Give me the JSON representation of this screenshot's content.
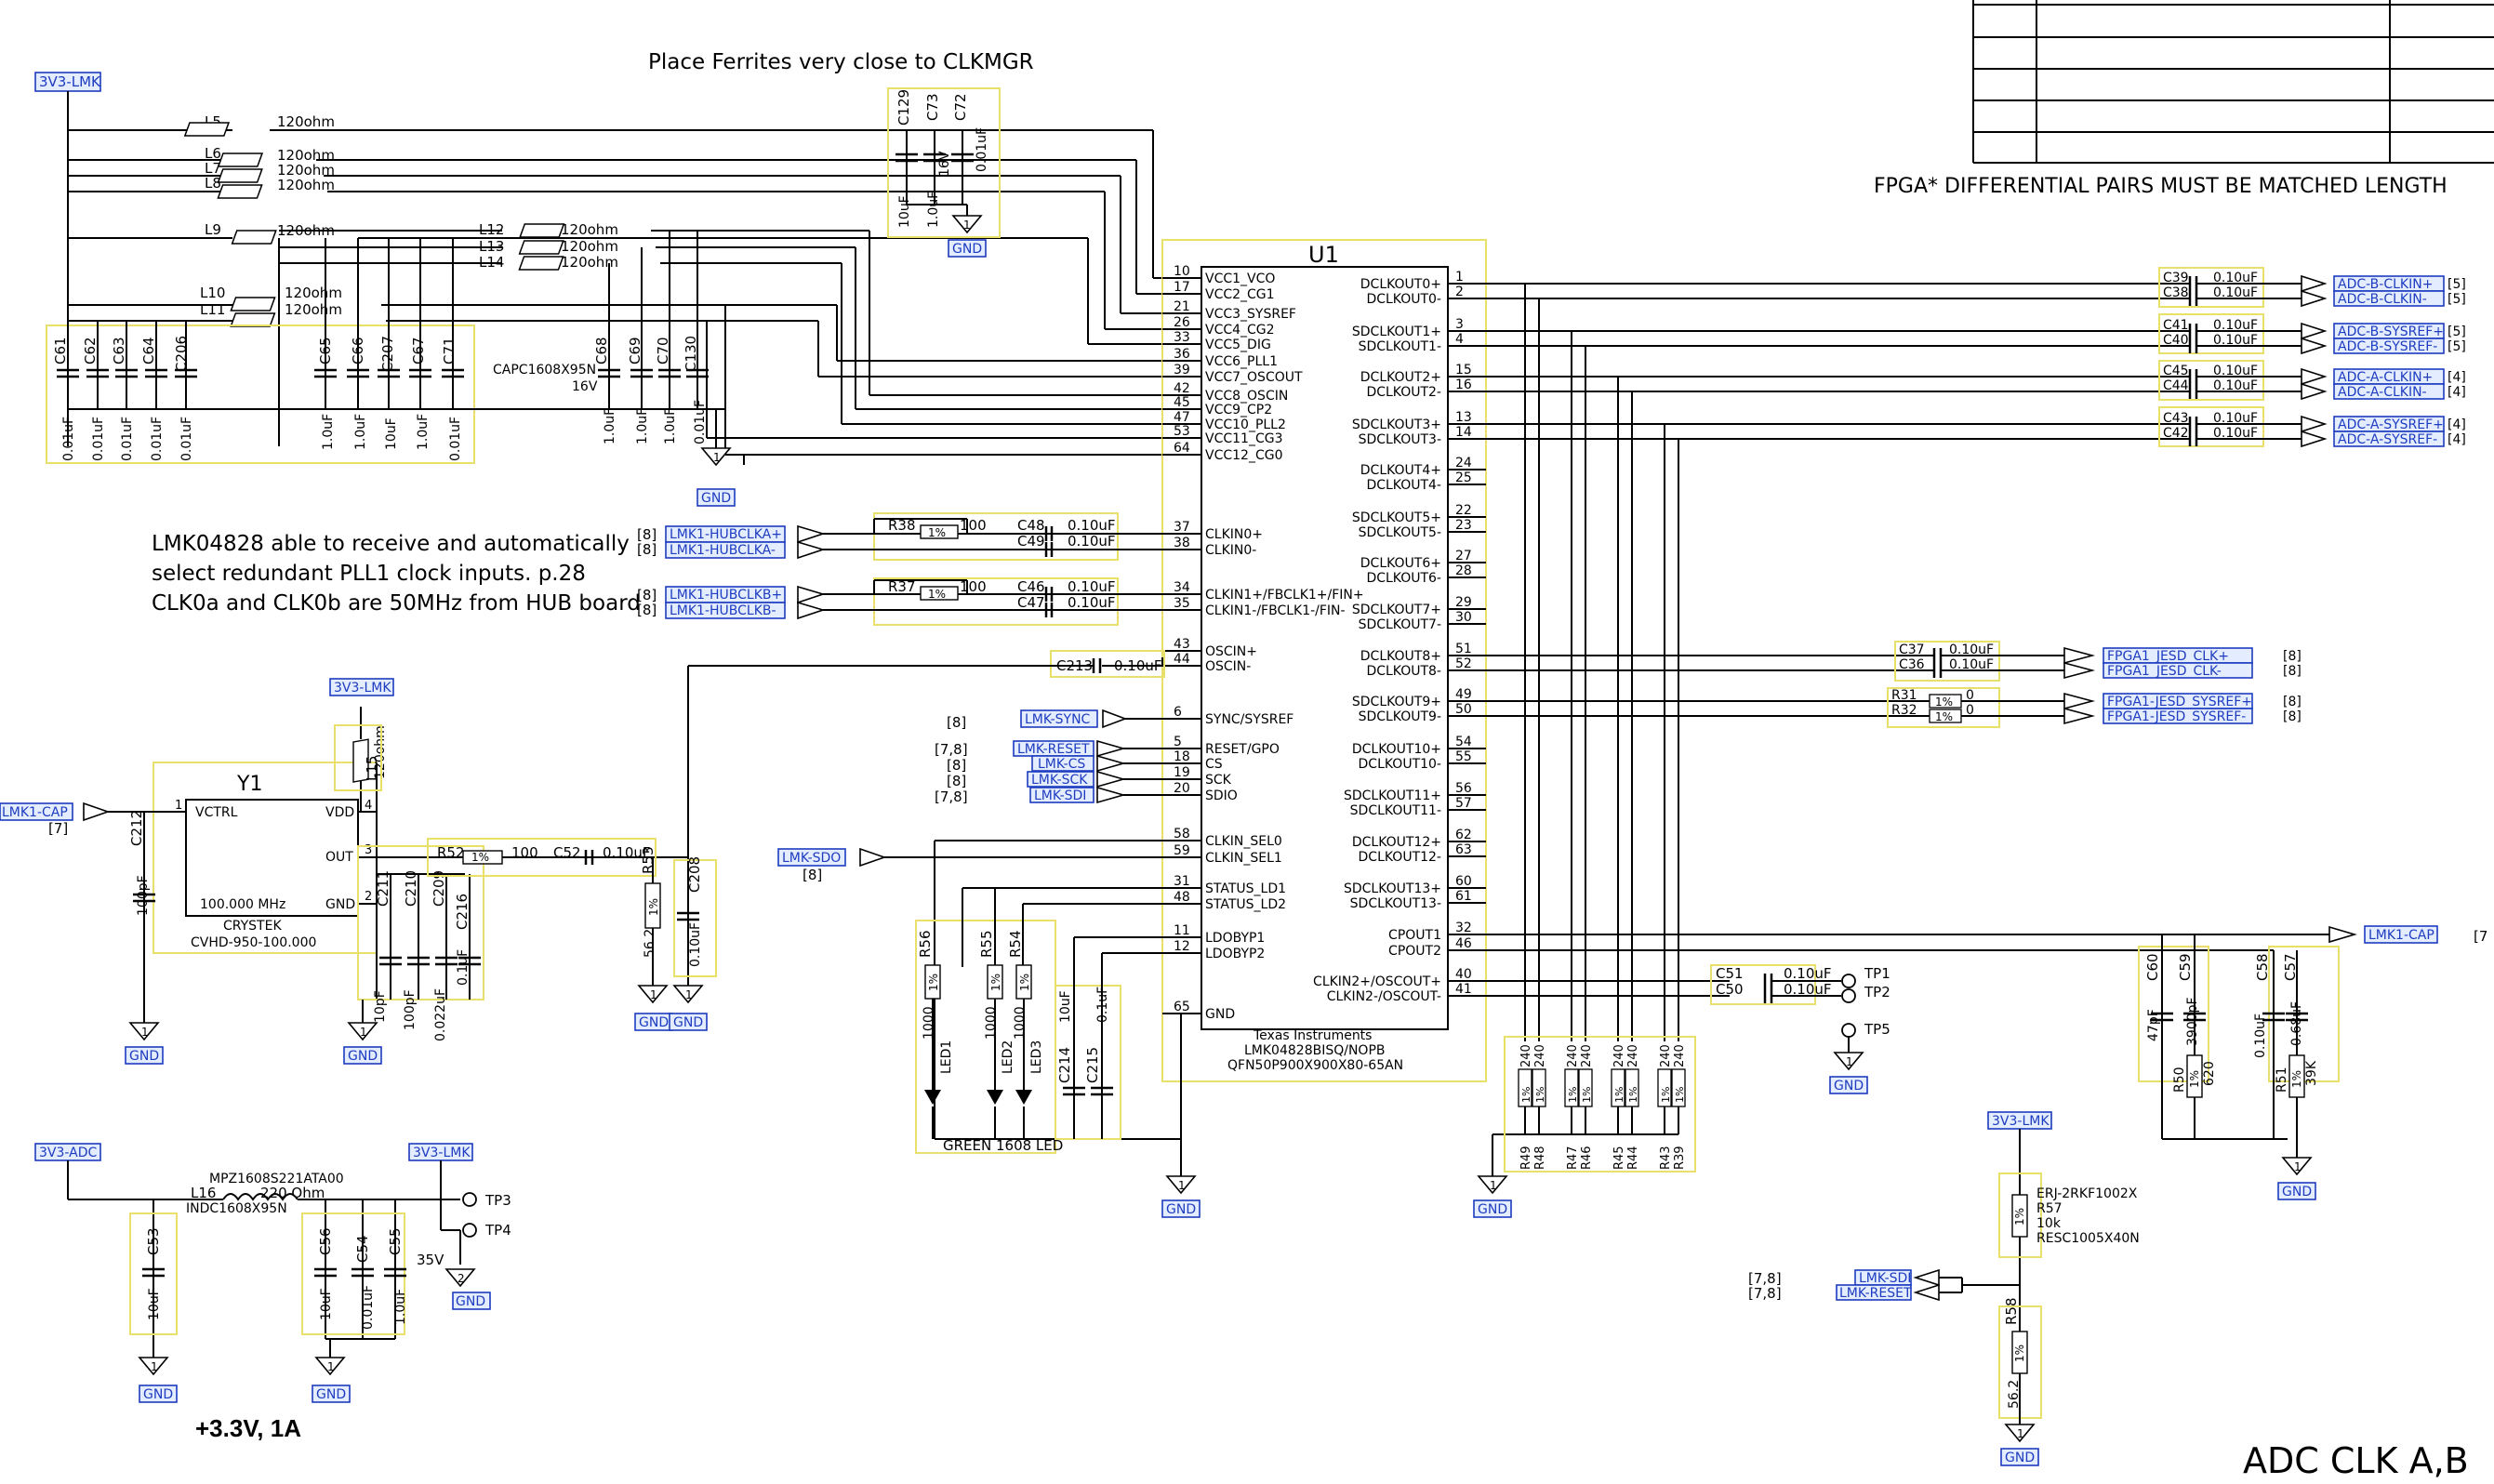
{
  "notes": {
    "ferrites": "Place Ferrites very close to CLKMGR",
    "fpga_pairs": "FPGA* DIFFERENTIAL PAIRS MUST BE MATCHED LENGTH",
    "lmk_line1": "LMK04828 able to receive and automatically",
    "lmk_line2": "select redundant PLL1 clock inputs.    p.28",
    "lmk_line3": "CLK0a and CLK0b are 50MHz from HUB board",
    "power": "+3.3V, 1A",
    "sheet_title": "ADC CLK A,B"
  },
  "u1": {
    "ref": "U1",
    "maker": "Texas Instruments",
    "part": "LMK04828BISQ/NOPB",
    "package": "QFN50P900X900X80-65AN",
    "left_pins": [
      {
        "num": "10",
        "name": "VCC1_VCO"
      },
      {
        "num": "17",
        "name": "VCC2_CG1"
      },
      {
        "num": "21",
        "name": "VCC3_SYSREF"
      },
      {
        "num": "26",
        "name": "VCC4_CG2"
      },
      {
        "num": "33",
        "name": "VCC5_DIG"
      },
      {
        "num": "36",
        "name": "VCC6_PLL1"
      },
      {
        "num": "39",
        "name": "VCC7_OSCOUT"
      },
      {
        "num": "42",
        "name": "VCC8_OSCIN"
      },
      {
        "num": "45",
        "name": "VCC9_CP2"
      },
      {
        "num": "47",
        "name": "VCC10_PLL2"
      },
      {
        "num": "53",
        "name": "VCC11_CG3"
      },
      {
        "num": "64",
        "name": "VCC12_CG0"
      },
      {
        "num": "37",
        "name": "CLKIN0+"
      },
      {
        "num": "38",
        "name": "CLKIN0-"
      },
      {
        "num": "34",
        "name": "CLKIN1+/FBCLK1+/FIN+"
      },
      {
        "num": "35",
        "name": "CLKIN1-/FBCLK1-/FIN-"
      },
      {
        "num": "43",
        "name": "OSCIN+"
      },
      {
        "num": "44",
        "name": "OSCIN-"
      },
      {
        "num": "6",
        "name": "SYNC/SYSREF"
      },
      {
        "num": "5",
        "name": "RESET/GPO"
      },
      {
        "num": "18",
        "name": "CS"
      },
      {
        "num": "19",
        "name": "SCK"
      },
      {
        "num": "20",
        "name": "SDIO"
      },
      {
        "num": "58",
        "name": "CLKIN_SEL0"
      },
      {
        "num": "59",
        "name": "CLKIN_SEL1"
      },
      {
        "num": "31",
        "name": "STATUS_LD1"
      },
      {
        "num": "48",
        "name": "STATUS_LD2"
      },
      {
        "num": "11",
        "name": "LDOBYP1"
      },
      {
        "num": "12",
        "name": "LDOBYP2"
      },
      {
        "num": "65",
        "name": "GND"
      }
    ],
    "right_pins": [
      {
        "num": "1",
        "name": "DCLKOUT0+"
      },
      {
        "num": "2",
        "name": "DCLKOUT0-"
      },
      {
        "num": "3",
        "name": "SDCLKOUT1+"
      },
      {
        "num": "4",
        "name": "SDCLKOUT1-"
      },
      {
        "num": "15",
        "name": "DCLKOUT2+"
      },
      {
        "num": "16",
        "name": "DCLKOUT2-"
      },
      {
        "num": "13",
        "name": "SDCLKOUT3+"
      },
      {
        "num": "14",
        "name": "SDCLKOUT3-"
      },
      {
        "num": "24",
        "name": "DCLKOUT4+"
      },
      {
        "num": "25",
        "name": "DCLKOUT4-"
      },
      {
        "num": "22",
        "name": "SDCLKOUT5+"
      },
      {
        "num": "23",
        "name": "SDCLKOUT5-"
      },
      {
        "num": "27",
        "name": "DCLKOUT6+"
      },
      {
        "num": "28",
        "name": "DCLKOUT6-"
      },
      {
        "num": "29",
        "name": "SDCLKOUT7+"
      },
      {
        "num": "30",
        "name": "SDCLKOUT7-"
      },
      {
        "num": "51",
        "name": "DCLKOUT8+"
      },
      {
        "num": "52",
        "name": "DCLKOUT8-"
      },
      {
        "num": "49",
        "name": "SDCLKOUT9+"
      },
      {
        "num": "50",
        "name": "SDCLKOUT9-"
      },
      {
        "num": "54",
        "name": "DCLKOUT10+"
      },
      {
        "num": "55",
        "name": "DCLKOUT10-"
      },
      {
        "num": "56",
        "name": "SDCLKOUT11+"
      },
      {
        "num": "57",
        "name": "SDCLKOUT11-"
      },
      {
        "num": "62",
        "name": "DCLKOUT12+"
      },
      {
        "num": "63",
        "name": "DCLKOUT12-"
      },
      {
        "num": "60",
        "name": "SDCLKOUT13+"
      },
      {
        "num": "61",
        "name": "SDCLKOUT13-"
      },
      {
        "num": "32",
        "name": "CPOUT1"
      },
      {
        "num": "46",
        "name": "CPOUT2"
      },
      {
        "num": "40",
        "name": "CLKIN2+/OSCOUT+"
      },
      {
        "num": "41",
        "name": "CLKIN2-/OSCOUT-"
      }
    ]
  },
  "ferrites": [
    {
      "ref": "L5",
      "val": "120ohm"
    },
    {
      "ref": "L6",
      "val": "120ohm"
    },
    {
      "ref": "L7",
      "val": "120ohm"
    },
    {
      "ref": "L8",
      "val": "120ohm"
    },
    {
      "ref": "L9",
      "val": "120ohm"
    },
    {
      "ref": "L10",
      "val": "120ohm"
    },
    {
      "ref": "L11",
      "val": "120ohm"
    },
    {
      "ref": "L12",
      "val": "120ohm"
    },
    {
      "ref": "L13",
      "val": "120ohm"
    },
    {
      "ref": "L14",
      "val": "120ohm"
    }
  ],
  "top_caps": [
    {
      "ref": "C129",
      "val": "10uF"
    },
    {
      "ref": "C73",
      "val": "1.0uF"
    },
    {
      "ref": "C72",
      "val": "0.01uF"
    },
    {
      "extra": "16V"
    }
  ],
  "decoupling": [
    {
      "ref": "C61",
      "val": "0.01uF"
    },
    {
      "ref": "C62",
      "val": "0.01uF"
    },
    {
      "ref": "C63",
      "val": "0.01uF"
    },
    {
      "ref": "C64",
      "val": "0.01uF"
    },
    {
      "ref": "C206",
      "val": "0.01uF"
    },
    {
      "ref": "C65",
      "val": "1.0uF"
    },
    {
      "ref": "C66",
      "val": "1.0uF"
    },
    {
      "ref": "C207",
      "val": "10uF"
    },
    {
      "ref": "C67",
      "val": "1.0uF"
    },
    {
      "ref": "C71",
      "val": "0.01uF"
    },
    {
      "ref": "C68",
      "val": "1.0uF"
    },
    {
      "ref": "C69",
      "val": "1.0uF"
    },
    {
      "ref": "C70",
      "val": "1.0uF"
    },
    {
      "ref": "C130",
      "val": "0.01uF"
    }
  ],
  "cap_pkg": "CAPC1608X95N",
  "cap_volt": "16V",
  "nets": {
    "v3lmk": "3V3-LMK",
    "v3adc": "3V3-ADC",
    "gnd": "GND",
    "hub_a_p": "LMK1-HUBCLKA+",
    "hub_a_n": "LMK1-HUBCLKA-",
    "hub_b_p": "LMK1-HUBCLKB+",
    "hub_b_n": "LMK1-HUBCLKB-",
    "sync": "LMK-SYNC",
    "reset": "LMK-RESET",
    "cs": "LMK-CS",
    "sck": "LMK-SCK",
    "sdi": "LMK-SDI",
    "sdo": "LMK-SDO",
    "cap": "LMK1-CAP",
    "adcb_clkp": "ADC-B-CLKIN+",
    "adcb_clkn": "ADC-B-CLKIN-",
    "adcb_srp": "ADC-B-SYSREF+",
    "adcb_srn": "ADC-B-SYSREF-",
    "adca_clkp": "ADC-A-CLKIN+",
    "adca_clkn": "ADC-A-CLKIN-",
    "adca_srp": "ADC-A-SYSREF+",
    "adca_srn": "ADC-A-SYSREF-",
    "fpga_clkp": "FPGA1_JESD_CLK+",
    "fpga_clkn": "FPGA1_JESD_CLK-",
    "fpga_srp": "FPGA1-JESD_SYSREF+",
    "fpga_srn": "FPGA1-JESD_SYSREF-"
  },
  "refs": {
    "r8": "[8]",
    "r78": "[7,8]",
    "r5": "[5]",
    "r4": "[4]",
    "r7": "[7]",
    "r7b": "[7"
  },
  "in_series": [
    {
      "ref": "R38",
      "val": "100",
      "tol": "1%"
    },
    {
      "ref": "C48",
      "val": "0.10uF"
    },
    {
      "ref": "C49",
      "val": "0.10uF"
    },
    {
      "ref": "R37",
      "val": "100",
      "tol": "1%"
    },
    {
      "ref": "C46",
      "val": "0.10uF"
    },
    {
      "ref": "C47",
      "val": "0.10uF"
    },
    {
      "ref": "C213",
      "val": "0.10uF"
    }
  ],
  "out_caps": [
    {
      "ref": "C39",
      "val": "0.10uF"
    },
    {
      "ref": "C38",
      "val": "0.10uF"
    },
    {
      "ref": "C41",
      "val": "0.10uF"
    },
    {
      "ref": "C40",
      "val": "0.10uF"
    },
    {
      "ref": "C45",
      "val": "0.10uF"
    },
    {
      "ref": "C44",
      "val": "0.10uF"
    },
    {
      "ref": "C43",
      "val": "0.10uF"
    },
    {
      "ref": "C42",
      "val": "0.10uF"
    },
    {
      "ref": "C37",
      "val": "0.10uF"
    },
    {
      "ref": "C36",
      "val": "0.10uF"
    },
    {
      "ref": "R31",
      "val": "0",
      "tol": "1%"
    },
    {
      "ref": "R32",
      "val": "0",
      "tol": "1%"
    }
  ],
  "terms": {
    "refs": [
      "R49",
      "R48",
      "R47",
      "R46",
      "R45",
      "R44",
      "R43",
      "R39"
    ],
    "val": "240",
    "tol": "1%"
  },
  "osc": {
    "ref": "Y1",
    "vctrl": "VCTRL",
    "vdd": "VDD",
    "out": "OUT",
    "gnd": "GND",
    "freq": "100.000 MHz",
    "maker": "CRYSTEK",
    "part": "CVHD-950-100.000",
    "p1": "1",
    "p2": "2",
    "p3": "3",
    "p4": "4",
    "l15": "L15",
    "l15v": "120ohm",
    "c212": "C212",
    "c212v": "100pF",
    "c211": "C211",
    "c211v": "10pF",
    "c210": "C210",
    "c210v": "100pF",
    "c209": "C209",
    "c209v": "0.022uF",
    "c216": "C216",
    "c216v": "0.1uF",
    "r52": "R52",
    "r52v": "100",
    "r52t": "1%",
    "c52": "C52",
    "c52v": "0.10uF",
    "r53": "R53",
    "r53v": "56.2",
    "r53t": "1%",
    "c208": "C208",
    "c208v": "0.10uF"
  },
  "leds": {
    "r56": "R56",
    "r55": "R55",
    "r54": "R54",
    "rv": "1000",
    "rt": "1%",
    "led1": "LED1",
    "led2": "LED2",
    "led3": "LED3",
    "label": "GREEN 1608 LED",
    "c214": "C214",
    "c214v": "10uF",
    "c215": "C215",
    "c215v": "0.1uF"
  },
  "oscout": {
    "c51": "C51",
    "c50": "C50",
    "v": "0.10uF",
    "tp1": "TP1",
    "tp2": "TP2",
    "tp5": "TP5"
  },
  "cpout": {
    "c60": "C60",
    "c60v": "47pF",
    "c59": "C59",
    "c59v": "3900pF",
    "r50": "R50",
    "r50v": "620",
    "r50t": "1%",
    "c58": "C58",
    "c58v": "0.10uF",
    "c57": "C57",
    "c57v": "0.68uF",
    "r51": "R51",
    "r51v": "39K",
    "r51t": "1%"
  },
  "pullup": {
    "r57": "R57",
    "r57v": "10k",
    "part": "ERJ-2RKF1002X",
    "pkg": "RESC1005X40N",
    "tol": "1%",
    "r58": "R58",
    "r58v": "56.2"
  },
  "power_filter": {
    "l16": "L16",
    "l16part": "MPZ1608S221ATA00",
    "l16v": "220 Ohm",
    "l16pkg": "INDC1608X95N",
    "tp3": "TP3",
    "tp4": "TP4",
    "c53": "C53",
    "c53v": "10uF",
    "c56": "C56",
    "c56v": "10uF",
    "c54": "C54",
    "c54v": "0.01uF",
    "c55": "C55",
    "c55v": "1.0uF",
    "volt": "35V"
  },
  "tp_pins": {
    "one": "1",
    "two": "2"
  }
}
